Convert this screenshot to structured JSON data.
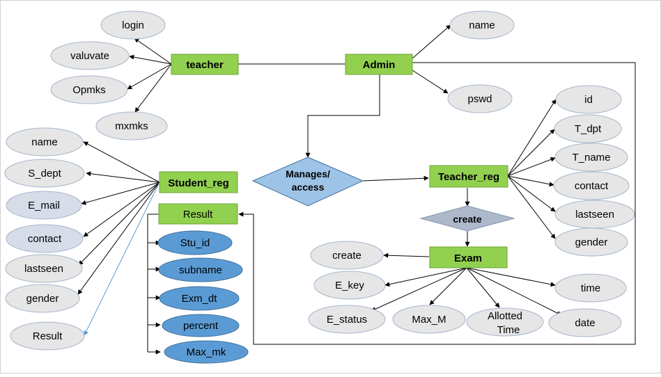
{
  "entities": {
    "teacher": "teacher",
    "admin": "Admin",
    "student_reg": "Student_reg",
    "teacher_reg": "Teacher_reg",
    "exam": "Exam",
    "result": "Result"
  },
  "relationships": {
    "manages_line1": "Manages/",
    "manages_line2": "access",
    "create": "create"
  },
  "teacher_attributes": [
    "login",
    "valuvate",
    "Opmks",
    "mxmks"
  ],
  "admin_attributes": [
    "name",
    "pswd"
  ],
  "student_attributes": [
    "name",
    "S_dept",
    "E_mail",
    "contact",
    "lastseen",
    "gender",
    "Result"
  ],
  "result_attributes": [
    "Stu_id",
    "subname",
    "Exm_dt",
    "percent",
    "Max_mk"
  ],
  "teacher_reg_attributes": [
    "id",
    "T_dpt",
    "T_name",
    "contact",
    "lastseen",
    "gender"
  ],
  "exam_attributes": {
    "create": "create",
    "e_key": "E_key",
    "e_status": "E_status",
    "max_m": "Max_M",
    "allotted_line1": "Allotted",
    "allotted_line2": "Time",
    "time": "time",
    "date": "date"
  },
  "colors": {
    "entity_fill": "#92d050",
    "attribute_fill": "#e6e6e6",
    "attribute_dark_fill": "#5b9bd5",
    "relationship_fill": "#9dc3e6",
    "create_relationship_fill": "#adb9ca"
  }
}
